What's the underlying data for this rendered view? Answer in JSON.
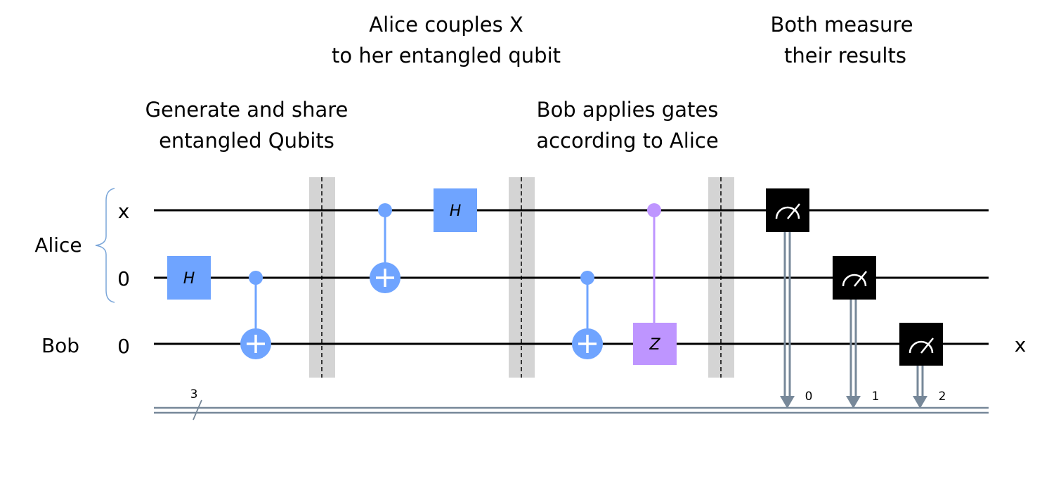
{
  "annotations": {
    "step1": [
      "Generate and share",
      "entangled Qubits"
    ],
    "step2": [
      "Alice couples X",
      "to her entangled qubit"
    ],
    "step3": [
      "Bob applies gates",
      "according to Alice"
    ],
    "step4": [
      "Both measure",
      "their results"
    ]
  },
  "parties": {
    "alice": "Alice",
    "bob": "Bob"
  },
  "qubits": [
    {
      "label": "x",
      "owner": "Alice"
    },
    {
      "label": "0",
      "owner": "Alice"
    },
    {
      "label": "0",
      "owner": "Bob"
    }
  ],
  "output_label": "x",
  "classical_register": {
    "size": "3",
    "bits": [
      "0",
      "1",
      "2"
    ]
  },
  "gates": {
    "h": "H",
    "z": "Z"
  },
  "colors": {
    "quantum_gate": "#6fa4ff",
    "z_gate": "#be95ff",
    "measure_box": "#000000",
    "barrier": "#d4d4d4",
    "wire": "#000000",
    "classical_wire": "#778899",
    "brace": "#7aa6d9"
  }
}
